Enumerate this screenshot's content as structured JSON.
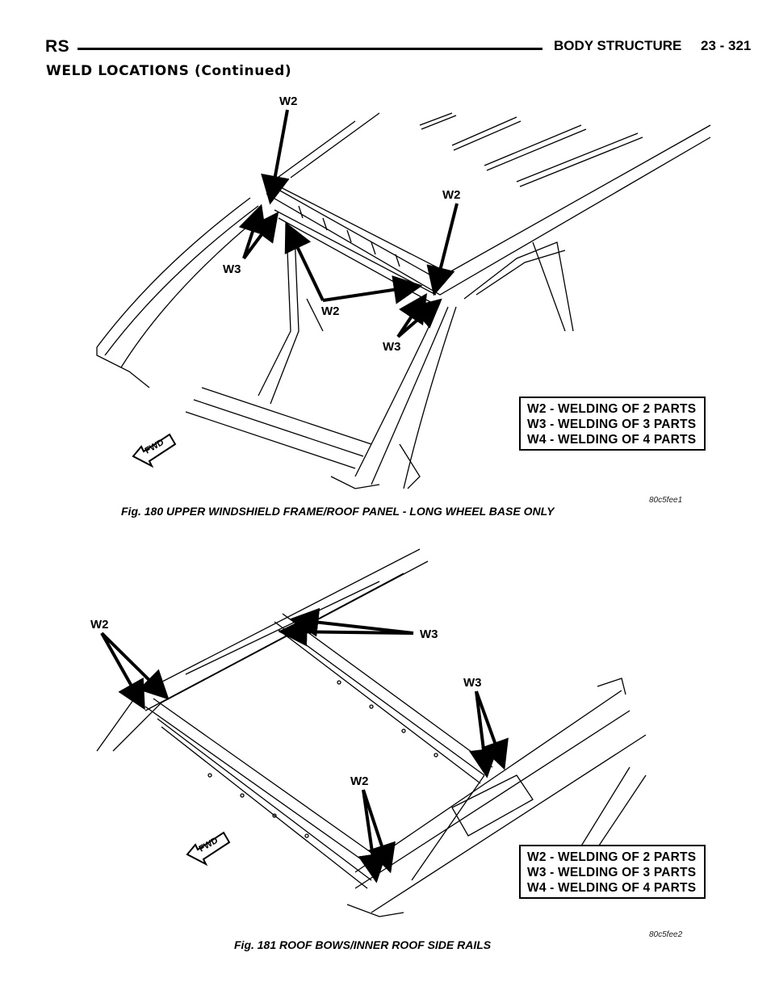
{
  "header": {
    "left": "RS",
    "title": "BODY STRUCTURE",
    "page": "23 - 321"
  },
  "section_title": "WELD LOCATIONS (Continued)",
  "figure1": {
    "labels": {
      "w2_top": "W2",
      "w2_right": "W2",
      "w2_mid": "W2",
      "w3_left": "W3",
      "w3_bottom": "W3"
    },
    "fwd": "FWD",
    "legend": [
      "W2 - WELDING OF 2 PARTS",
      "W3 - WELDING OF 3 PARTS",
      "W4 - WELDING OF 4 PARTS"
    ],
    "code": "80c5fee1",
    "caption": "Fig. 180 UPPER WINDSHIELD FRAME/ROOF PANEL - LONG WHEEL BASE ONLY"
  },
  "figure2": {
    "labels": {
      "w2_left": "W2",
      "w3_top": "W3",
      "w3_right": "W3",
      "w2_bottom": "W2"
    },
    "fwd": "FWD",
    "legend": [
      "W2 - WELDING OF 2 PARTS",
      "W3 - WELDING OF 3 PARTS",
      "W4 - WELDING OF 4 PARTS"
    ],
    "code": "80c5fee2",
    "caption": "Fig. 181 ROOF BOWS/INNER ROOF SIDE RAILS"
  }
}
